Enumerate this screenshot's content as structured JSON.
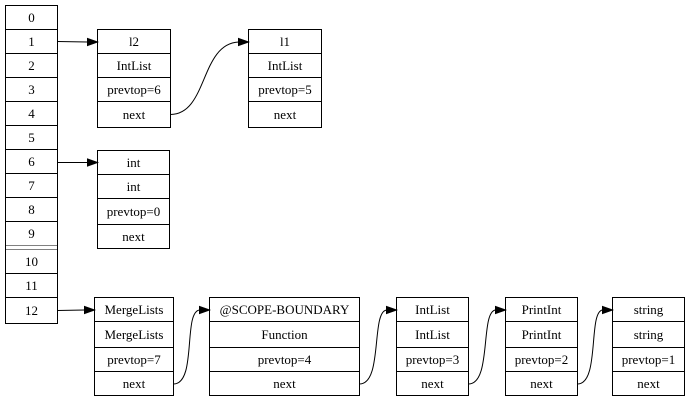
{
  "stack": {
    "slots": [
      "0",
      "1",
      "2",
      "3",
      "4",
      "5",
      "6",
      "7",
      "8",
      "9",
      "10",
      "11",
      "12"
    ]
  },
  "records": {
    "l2": [
      "l2",
      "IntList",
      "prevtop=6",
      "next"
    ],
    "l1": [
      "l1",
      "IntList",
      "prevtop=5",
      "next"
    ],
    "int": [
      "int",
      "int",
      "prevtop=0",
      "next"
    ],
    "merge": [
      "MergeLists",
      "MergeLists",
      "prevtop=7",
      "next"
    ],
    "scope": [
      "@SCOPE-BOUNDARY",
      "Function",
      "prevtop=4",
      "next"
    ],
    "intlist": [
      "IntList",
      "IntList",
      "prevtop=3",
      "next"
    ],
    "printint": [
      "PrintInt",
      "PrintInt",
      "prevtop=2",
      "next"
    ],
    "string": [
      "string",
      "string",
      "prevtop=1",
      "next"
    ]
  },
  "edges": [
    {
      "from": "stack-slot-1",
      "to": "record-l2"
    },
    {
      "from": "record-l2-next",
      "to": "record-l1"
    },
    {
      "from": "stack-slot-6",
      "to": "record-int"
    },
    {
      "from": "stack-slot-12",
      "to": "record-merge"
    },
    {
      "from": "record-merge-next",
      "to": "record-scope"
    },
    {
      "from": "record-scope-next",
      "to": "record-intlist"
    },
    {
      "from": "record-intlist-next",
      "to": "record-printint"
    },
    {
      "from": "record-printint-next",
      "to": "record-string"
    }
  ]
}
